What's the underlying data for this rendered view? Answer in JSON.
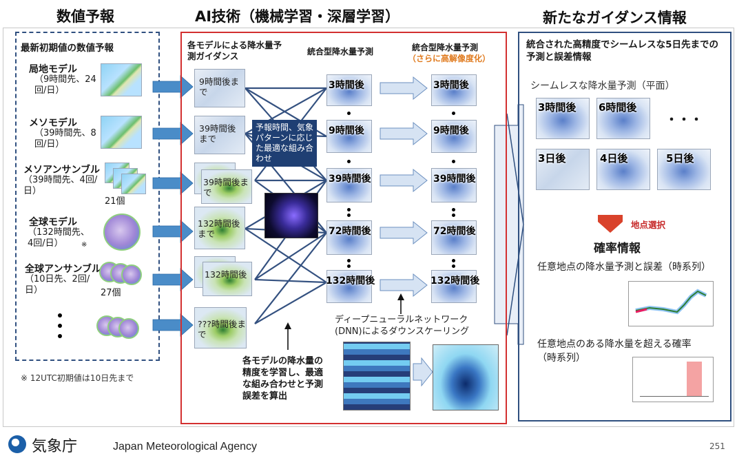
{
  "headers": {
    "nwp": "数値予報",
    "ai": "AI技術（機械学習・深層学習）",
    "guidance": "新たなガイダンス情報"
  },
  "left": {
    "title": "最新初期値の数値予報",
    "models": [
      {
        "name": "局地モデル",
        "sub": "（9時間先、24回/日）"
      },
      {
        "name": "メソモデル",
        "sub": "（39時間先、8回/日）"
      },
      {
        "name": "メソアンサンブル",
        "sub": "（39時間先、4回/日）",
        "count": "21個"
      },
      {
        "name": "全球モデル",
        "sub": "（132時間先、4回/日）",
        "mark": "※"
      },
      {
        "name": "全球アンサンブル",
        "sub": "（10日先、2回/日）",
        "count": "27個"
      }
    ],
    "footnote": "※ 12UTC初期値は10日先まで"
  },
  "middle": {
    "col1_title": "各モデルによる降水量予測ガイダンス",
    "col2_title": "統合型降水量予測",
    "col3_title": "統合型降水量予測",
    "col3_sub": "（さらに高解像度化）",
    "guidance_labels": [
      "9時間後まで",
      "39時間後まで",
      "39時間後まで",
      "132時間後まで",
      "132時間後",
      "???時間後まで"
    ],
    "leads": [
      "3時間後",
      "9時間後",
      "39時間後",
      "72時間後",
      "132時間後"
    ],
    "callout": "予報時間、気象パターンに応じた最適な組み合わせ",
    "learn_note": "各モデルの降水量の精度を学習し、最適な組み合わせと予測誤差を算出",
    "dnn_note": "ディープニューラルネットワーク(DNN)によるダウンスケーリング"
  },
  "right": {
    "title": "統合された高精度でシームレスな5日先までの予測と誤差情報",
    "seamless_label": "シームレスな降水量予測（平面）",
    "map_labels": [
      "3時間後",
      "6時間後",
      "3日後",
      "4日後",
      "5日後"
    ],
    "ellipsis": "・・・",
    "point_select": "地点選択",
    "prob_title": "確率情報",
    "ts1": "任意地点の降水量予測と誤差（時系列）",
    "ts2": "任意地点のある降水量を超える確率（時系列）"
  },
  "footer": {
    "org_jp": "気象庁",
    "org_en": "Japan Meteorological Agency",
    "page": "251"
  },
  "colors": {
    "left_border": "#2f4f7f",
    "mid_border": "#d32f2f",
    "right_border": "#2f4f7f",
    "arrow_blue": "#3e7fc1",
    "line_navy": "#1f3f73",
    "orange": "#e07b1f",
    "red_arrow": "#d9422b"
  }
}
